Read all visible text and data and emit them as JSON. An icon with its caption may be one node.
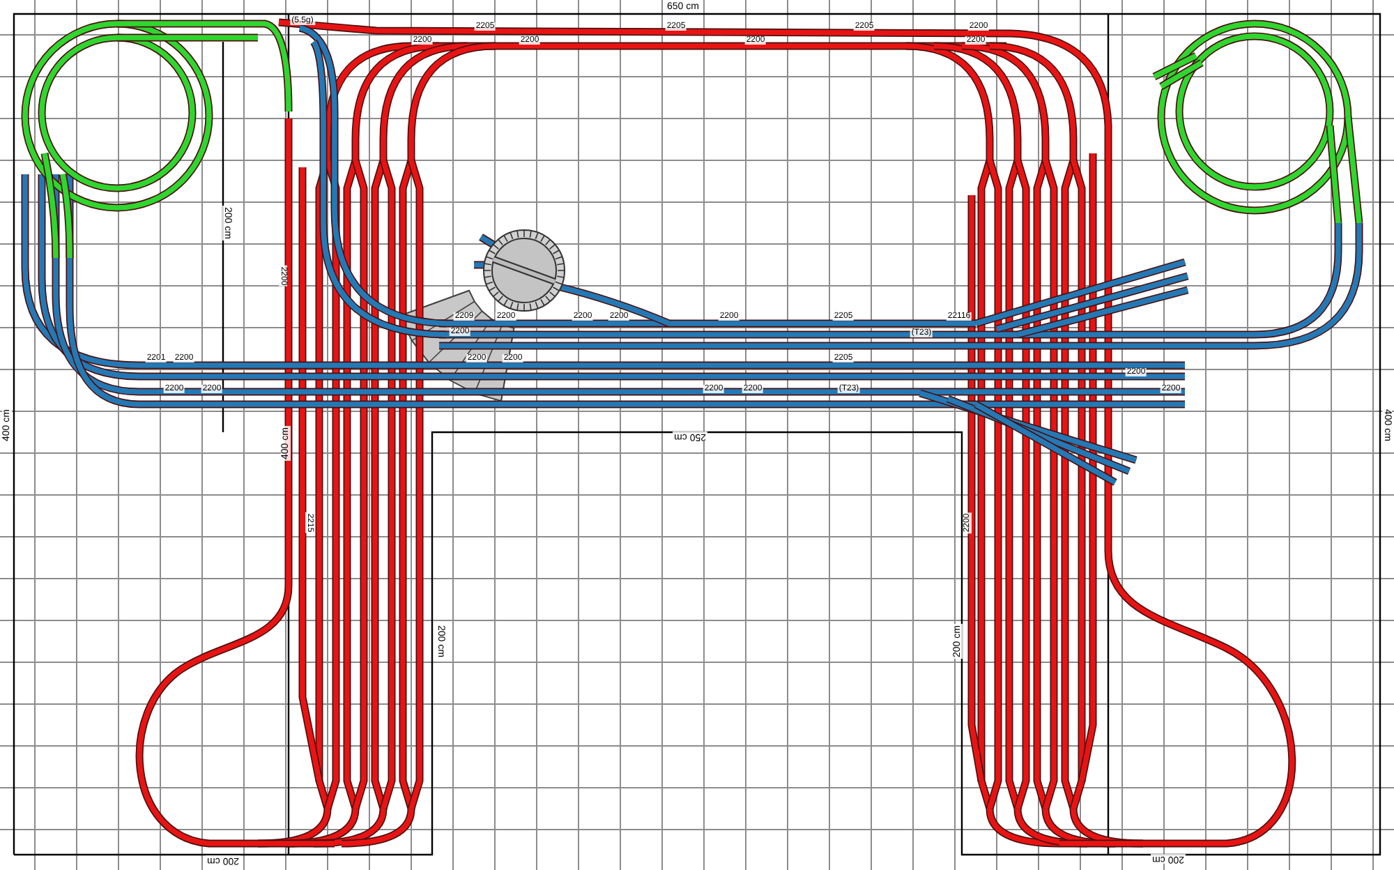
{
  "diagram": {
    "labels": [
      "650 cm",
      "400 cm",
      "200 cm",
      "400 cm",
      "250 cm",
      "200 cm",
      "200 cm",
      "200 cm",
      "200 cm",
      "400 cm",
      "(5.5g)",
      "2205",
      "2205",
      "2205",
      "2200",
      "2200",
      "2200",
      "2200",
      "2200",
      "2209",
      "2200",
      "2200",
      "2200",
      "2200",
      "2205",
      "22116",
      "2200",
      "(T23)",
      "2201",
      "2200",
      "2200",
      "2200",
      "2205",
      "2200",
      "2200",
      "2200",
      "2200",
      "(T23)",
      "2200",
      "2200",
      "2200",
      "2215",
      "2200"
    ]
  }
}
